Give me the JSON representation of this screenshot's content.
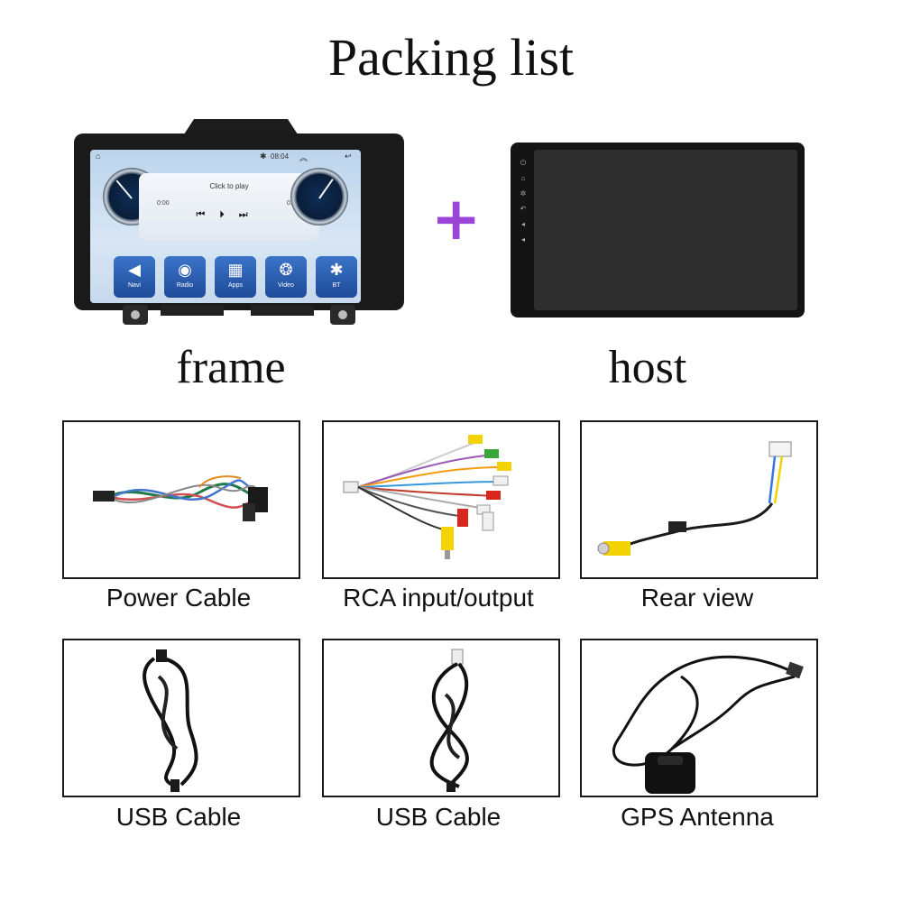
{
  "title": "Packing list",
  "plus_symbol": "+",
  "units": {
    "frame": {
      "label": "frame",
      "screen": {
        "clock": "08:04",
        "media_prompt": "Click to play",
        "time_elapsed": "0:00",
        "time_total": "0:00",
        "apps": [
          {
            "label": "Navi",
            "glyph": "◀"
          },
          {
            "label": "Radio",
            "glyph": "◉"
          },
          {
            "label": "Apps",
            "glyph": "▦"
          },
          {
            "label": "Video",
            "glyph": "❂"
          },
          {
            "label": "BT",
            "glyph": "✱"
          }
        ]
      }
    },
    "host": {
      "label": "host"
    }
  },
  "accessories": [
    {
      "label": "Power Cable"
    },
    {
      "label": "RCA input/output"
    },
    {
      "label": "Rear view"
    },
    {
      "label": "USB Cable"
    },
    {
      "label": "USB Cable"
    },
    {
      "label": "GPS Antenna"
    }
  ],
  "colors": {
    "plus": "#9a45d8",
    "rca_yellow": "#f2d200",
    "rca_red": "#d8261e",
    "rca_white": "#f0f0f0",
    "rca_green": "#3aa63a",
    "app_blue": "#2a5fb4"
  }
}
